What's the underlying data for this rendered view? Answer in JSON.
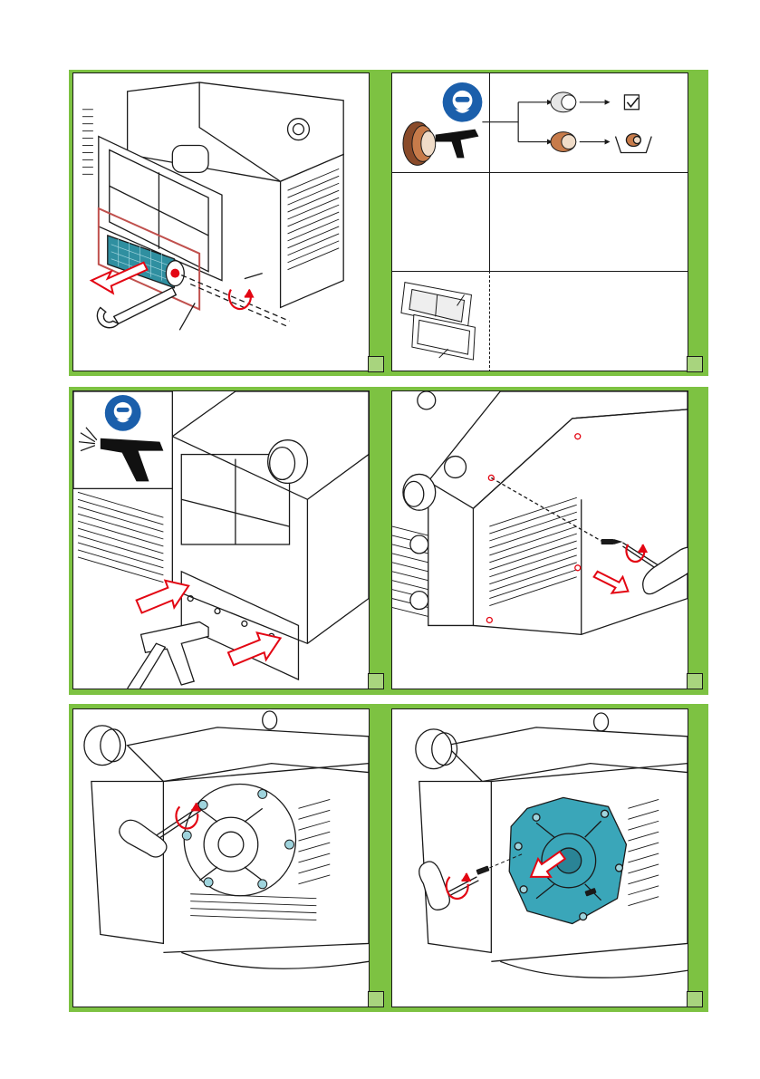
{
  "colors": {
    "accent_green": "#7dc242",
    "step_box": "#a8d47e",
    "arrow_red": "#e30613",
    "ppe_blue": "#1b5fab",
    "cover_teal": "#3aa6b9",
    "filter_teal": "#2f8fa0"
  },
  "panels": [
    {
      "id": "panel-1",
      "depicts": "remove-inlet-filter-cartridge",
      "icons": [
        "wrench-icon",
        "rotate-arrow-icon",
        "pull-arrow-icon"
      ]
    },
    {
      "id": "panel-2",
      "depicts": "filter-inspection-table",
      "icons": [
        "respirator-mask-icon",
        "air-gun-icon",
        "checkmark-box-icon",
        "disposal-bin-icon",
        "gasket-icon"
      ]
    },
    {
      "id": "panel-3",
      "depicts": "blow-out-filter-housing",
      "icons": [
        "respirator-mask-icon",
        "air-gun-icon",
        "push-arrow-icon"
      ]
    },
    {
      "id": "panel-4",
      "depicts": "remove-cover-screw",
      "icons": [
        "t-handle-key-icon",
        "rotate-arrow-icon",
        "screw-icon"
      ]
    },
    {
      "id": "panel-5",
      "depicts": "loosen-end-plate-screws",
      "icons": [
        "t-handle-key-icon",
        "rotate-arrow-icon"
      ]
    },
    {
      "id": "panel-6",
      "depicts": "remove-end-plate",
      "icons": [
        "t-handle-key-icon",
        "rotate-arrow-icon",
        "pull-arrow-icon"
      ]
    }
  ]
}
